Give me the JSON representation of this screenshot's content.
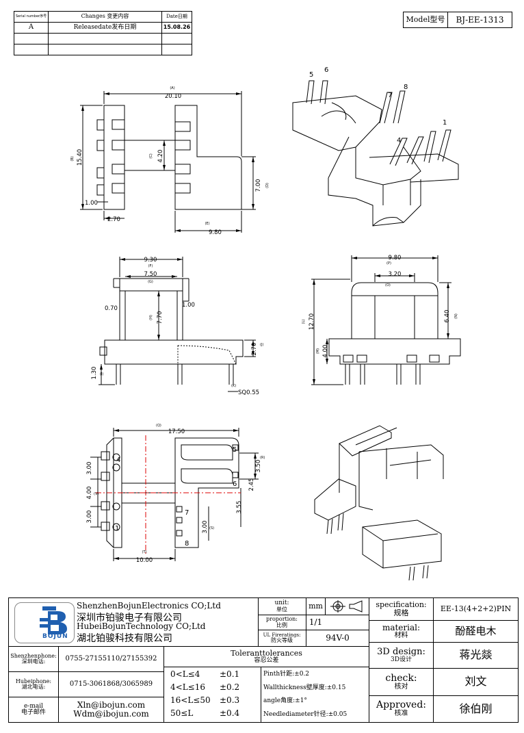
{
  "revision_table": {
    "headers": {
      "serial": "Serial number序号",
      "changes": "Changes 变更内容",
      "date": "Date日期"
    },
    "rows": [
      {
        "serial": "A",
        "changes": "Releasedate发布日期",
        "date": "15.08.26"
      }
    ]
  },
  "model": {
    "label": "Model型号",
    "value": "BJ-EE-1313"
  },
  "dimensions": {
    "A": "(A)",
    "A_value": "20.10",
    "B": "(B)",
    "B_value": "15.40",
    "C": "(C)",
    "C_value": "4.20",
    "D": "(D)",
    "D_value": "7.00",
    "E": "(E)",
    "E_value": "9.80",
    "pitch_small": "1.00",
    "left_offset": "2.70",
    "F": "(F)",
    "F_value": "9.30",
    "G": "(G)",
    "G_value": "7.50",
    "H": "(H)",
    "H_value": "7.70",
    "flange_left": "0.70",
    "flange_right": "1.00",
    "J": "(J)",
    "J_value": "2.70",
    "I": "(I)",
    "I_value": "1.30",
    "K": "(K)",
    "K_value": "SQ0.55",
    "P": "(P)",
    "P_value": "9.80",
    "O": "(O)",
    "O_value": "3.20",
    "L": "(L)",
    "L_value": "12.70",
    "N": "(N)",
    "N_value": "6.40",
    "M": "(M)",
    "M_value": "4.00",
    "Q": "(Q)",
    "Q_value": "17.50",
    "R": "(R)",
    "R_value": "3.50",
    "pin_pitch_top": "3.00",
    "pin_span_mid": "4.00",
    "pin_pitch_bottom": "3.00",
    "V": "(V)",
    "right_245": "2.45",
    "right_355": "3.55",
    "S": "(S)",
    "S_value": "3.00",
    "T": "(T)",
    "T_value": "10.00"
  },
  "pins_3d": [
    "5",
    "6",
    "7",
    "8",
    "1",
    "4"
  ],
  "pins_bottom": [
    "4",
    "1",
    "5",
    "6",
    "7",
    "8"
  ],
  "company": {
    "en1": "ShenzhenBojunElectronics CO;Ltd",
    "cn1": "深圳市铂骏电子有限公司",
    "en2": "HubeiBojunTechnology CO;Ltd",
    "cn2": "湖北铂骏科技有限公司",
    "logo_text": "BOJUN"
  },
  "unit": {
    "label": "unit:",
    "label_cn": "单位",
    "value": "mm"
  },
  "proportion": {
    "label": "proportion:",
    "label_cn": "比例",
    "value": "1/1"
  },
  "fire_rating": {
    "label": "UL Fireratings:",
    "label_cn": "防火等级",
    "value": "94V-0"
  },
  "specification": {
    "label": "specification:",
    "label_cn": "规格",
    "value": "EE-13(4+2+2)PIN"
  },
  "material": {
    "label": "material:",
    "label_cn": "材料",
    "value": "酚醛电木"
  },
  "design": {
    "label": "3D design:",
    "label_cn": "3D设计",
    "value": "蒋光燚"
  },
  "check": {
    "label": "check:",
    "label_cn": "核对",
    "value": "刘文"
  },
  "approved": {
    "label": "Approved:",
    "label_cn": "核准",
    "value": "徐伯刚"
  },
  "contacts": {
    "shenzhen_label": "Shenzhenphone:",
    "shenzhen_label_cn": "深圳电话:",
    "shenzhen_value": "0755-27155110/27155392",
    "hubei_label": "Hubeiphone:",
    "hubei_label_cn": "湖北电话:",
    "hubei_value": "0715-3061868/3065989",
    "email_label": "e-mail",
    "email_label_cn": "电子邮件",
    "email1": "Xln@ibojun.com",
    "email2": "Wdm@ibojun.com"
  },
  "tolerances": {
    "title": "Toleranttolerances",
    "title_cn": "容忍公差",
    "ranges": [
      {
        "range": "0<L≤4",
        "tol": "±0.1"
      },
      {
        "range": "4<L≤16",
        "tol": "±0.2"
      },
      {
        "range": "16<L≤50",
        "tol": "±0.3"
      },
      {
        "range": "50≤L",
        "tol": "±0.4"
      }
    ],
    "notes": [
      "Pinth针距:±0.2",
      "Wallthickness壁厚度:±0.15",
      "angle角度:±1°",
      "Needlediameter针径:±0.05"
    ]
  }
}
